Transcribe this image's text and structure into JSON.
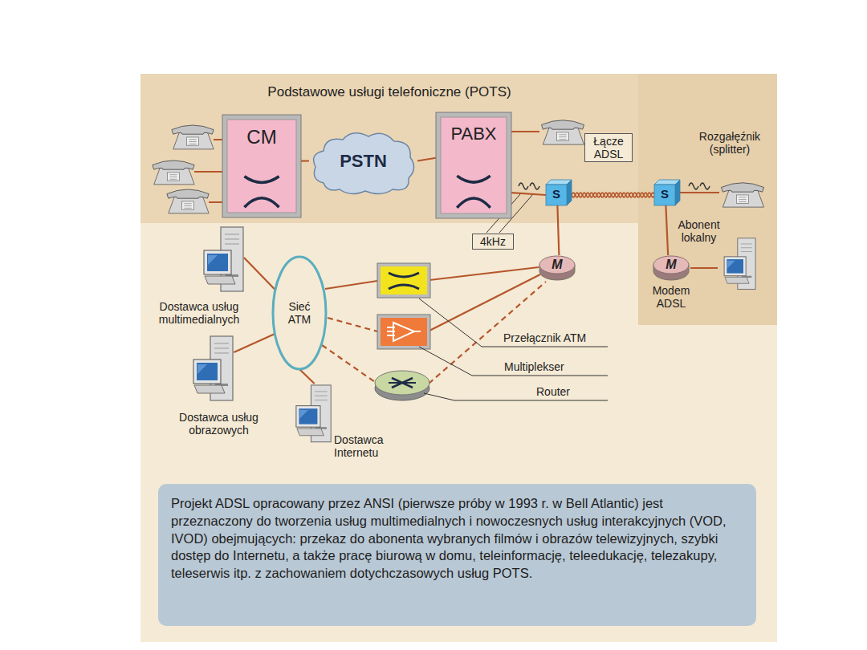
{
  "diagram": {
    "caption": "Projekt ADSL opracowany przez ANSI (pierwsze próby w 1993 r. w Bell Atlantic) jest przeznaczony do tworzenia usług multimedialnych i nowoczesnych usług interakcyjnych (VOD, IVOD) obejmujących: przekaz do abonenta wybranych filmów i obrazów telewizyjnych, szybki dostęp do Internetu, a także pracę biurową w domu, teleinformację, teleedukację, telezakupy, teleserwis itp. z zachowaniem dotychczasowych usług POTS.",
    "nodes": [
      {
        "text": [
          "Podstawowe usługi telefoniczne (POTS)"
        ]
      },
      {
        "text": [
          "CM"
        ],
        "in": 0
      },
      {
        "text": [
          "PSTN"
        ],
        "in": 0
      },
      {
        "text": [
          "PABX"
        ],
        "in": 0
      },
      {
        "text": [
          "S"
        ],
        "in": 0
      },
      {
        "text": [
          "Abonent lokalny"
        ]
      },
      {
        "text": [
          "S",
          "Rozgałęźnik (splitter)"
        ],
        "in": 5
      },
      {
        "text": [
          "M",
          "Modem ADSL"
        ],
        "in": 5
      },
      {
        "text": [
          "M"
        ]
      },
      {
        "text": [
          "Sieć ATM"
        ]
      },
      {
        "text": [
          "Dostawca usług multimedialnych"
        ]
      },
      {
        "text": [
          "Dostawca usług obrazowych"
        ]
      },
      {
        "text": [
          "Dostawca Internetu"
        ]
      }
    ],
    "edges": [
      {
        "from": 1,
        "to": 2,
        "arrow": "none"
      },
      {
        "from": 2,
        "to": 3,
        "arrow": "none"
      },
      {
        "from": 3,
        "to": 4,
        "arrow": "none"
      },
      {
        "from": 4,
        "to": 6,
        "label": "Łącze ADSL",
        "arrow": "none"
      },
      {
        "from": 4,
        "to": 8,
        "arrow": "none"
      },
      {
        "from": 6,
        "to": 7,
        "arrow": "none"
      },
      {
        "from": 10,
        "to": 9,
        "arrow": "none"
      },
      {
        "from": 11,
        "to": 9,
        "arrow": "none"
      },
      {
        "from": 12,
        "to": 9,
        "arrow": "none"
      }
    ],
    "labels": [
      "4kHz",
      "Przełącznik ATM",
      "Multiplekser",
      "Router"
    ]
  }
}
